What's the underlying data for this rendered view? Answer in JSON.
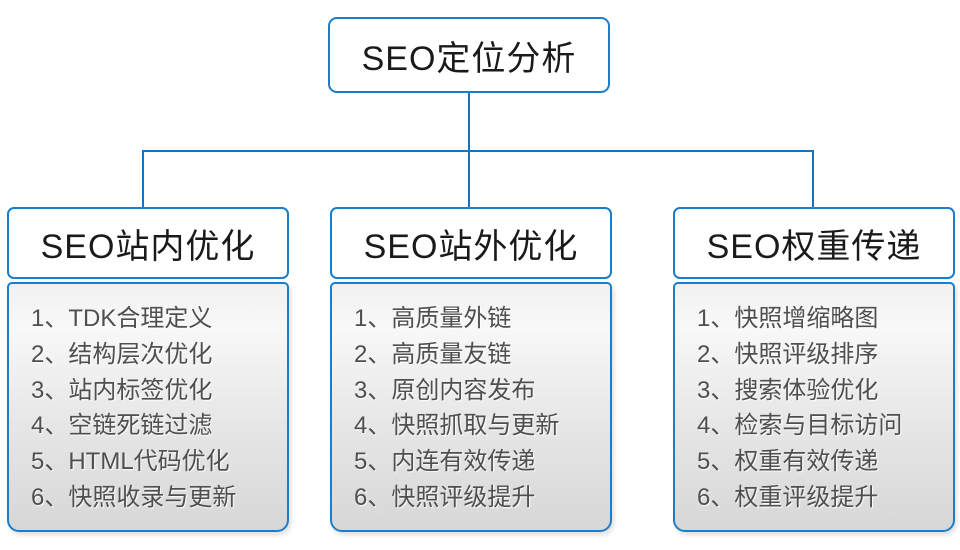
{
  "root": {
    "title": "SEO定位分析"
  },
  "columns": [
    {
      "title": "SEO站内优化",
      "items": [
        "1、TDK合理定义",
        "2、结构层次优化",
        "3、站内标签优化",
        "4、空链死链过滤",
        "5、HTML代码优化",
        "6、快照收录与更新"
      ]
    },
    {
      "title": "SEO站外优化",
      "items": [
        "1、高质量外链",
        "2、高质量友链",
        "3、原创内容发布",
        "4、快照抓取与更新",
        "5、内连有效传递",
        "6、快照评级提升"
      ]
    },
    {
      "title": "SEO权重传递",
      "items": [
        "1、快照增缩略图",
        "2、快照评级排序",
        "3、搜索体验优化",
        "4、检索与目标访问",
        "5、权重有效传递",
        "6、权重评级提升"
      ]
    }
  ],
  "colors": {
    "line": "#1474c4",
    "border": "#1b7ec9",
    "headerText": "#1a1a1a",
    "listText": "#4f4f4f"
  }
}
